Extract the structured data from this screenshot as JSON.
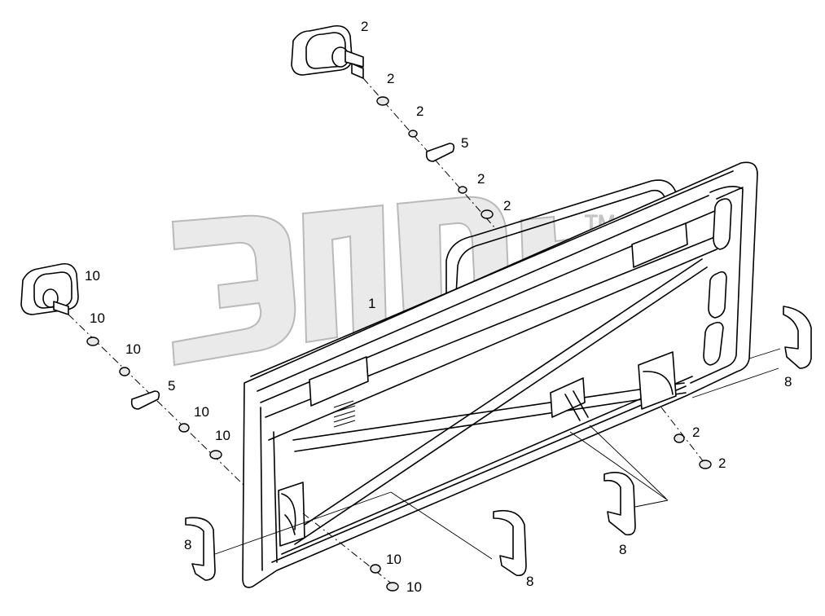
{
  "watermark": {
    "trademark": "TM"
  },
  "callouts": [
    {
      "id": "c2a",
      "text": "2"
    },
    {
      "id": "c2b",
      "text": "2"
    },
    {
      "id": "c2c",
      "text": "2"
    },
    {
      "id": "c5a",
      "text": "5"
    },
    {
      "id": "c2d",
      "text": "2"
    },
    {
      "id": "c2e",
      "text": "2"
    },
    {
      "id": "c1",
      "text": "1"
    },
    {
      "id": "c10a",
      "text": "10"
    },
    {
      "id": "c10b",
      "text": "10"
    },
    {
      "id": "c10c",
      "text": "10"
    },
    {
      "id": "c5b",
      "text": "5"
    },
    {
      "id": "c10d",
      "text": "10"
    },
    {
      "id": "c10e",
      "text": "10"
    },
    {
      "id": "c8a",
      "text": "8"
    },
    {
      "id": "c2f",
      "text": "2"
    },
    {
      "id": "c2g",
      "text": "2"
    },
    {
      "id": "c8b",
      "text": "8"
    },
    {
      "id": "c8c",
      "text": "8"
    },
    {
      "id": "c8d",
      "text": "8"
    },
    {
      "id": "c10f",
      "text": "10"
    },
    {
      "id": "c10g",
      "text": "10"
    }
  ]
}
